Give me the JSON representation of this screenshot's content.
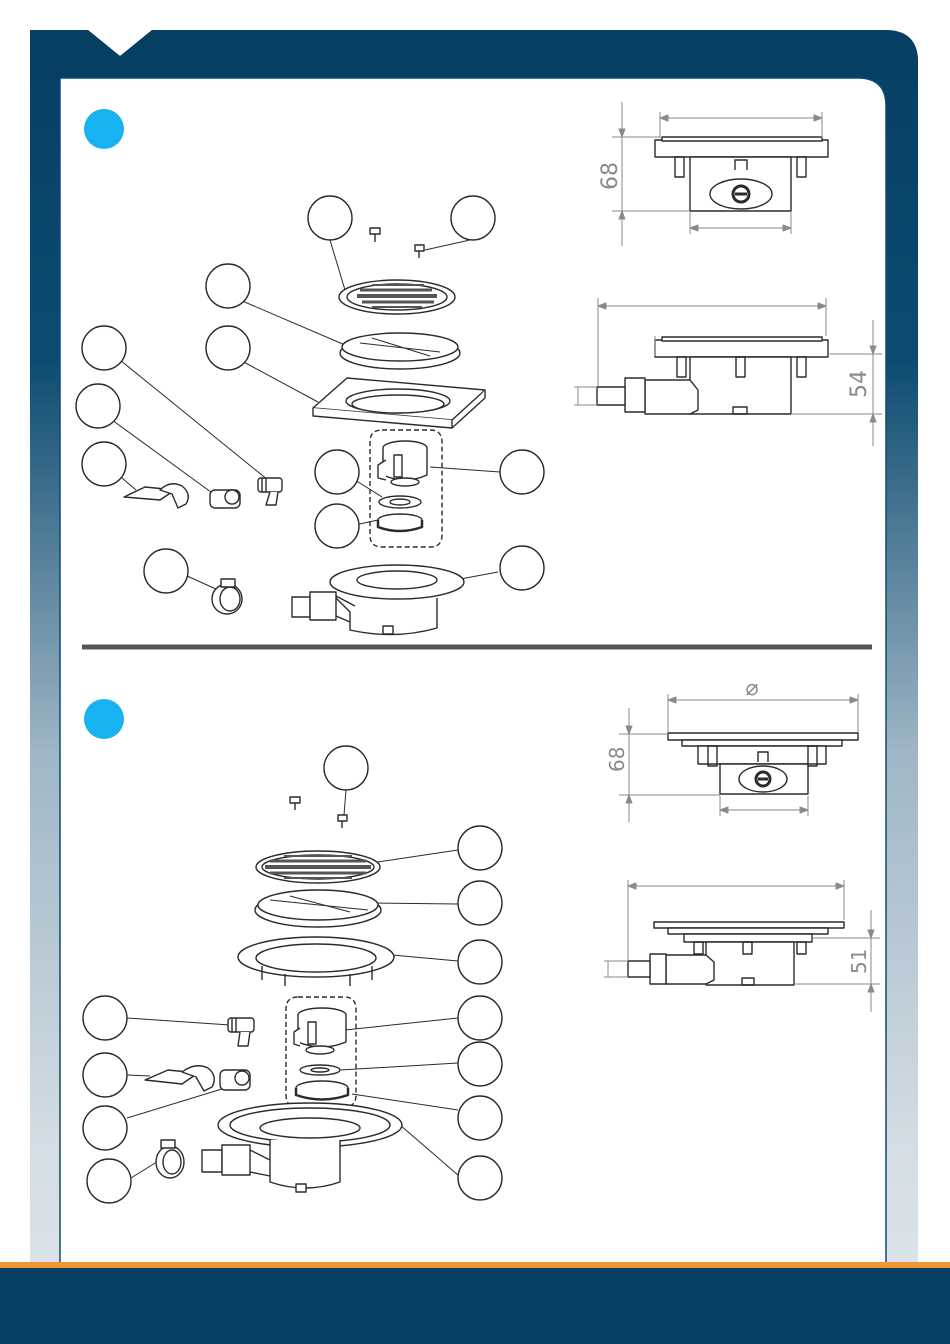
{
  "colors": {
    "navy": "#073f63",
    "accent_orange": "#f0943a",
    "callout_cyan": "#17b2ef",
    "line_dark": "#2b2b2b",
    "dim_gray": "#8a8a8a",
    "divider": "#555555"
  },
  "sections": [
    {
      "kind": "square-drain",
      "dimensions": {
        "height_a": "68",
        "height_b": "54"
      }
    },
    {
      "kind": "round-drain",
      "dimensions": {
        "diameter_symbol": "⌀",
        "height_a": "68",
        "height_b": "51"
      }
    }
  ]
}
